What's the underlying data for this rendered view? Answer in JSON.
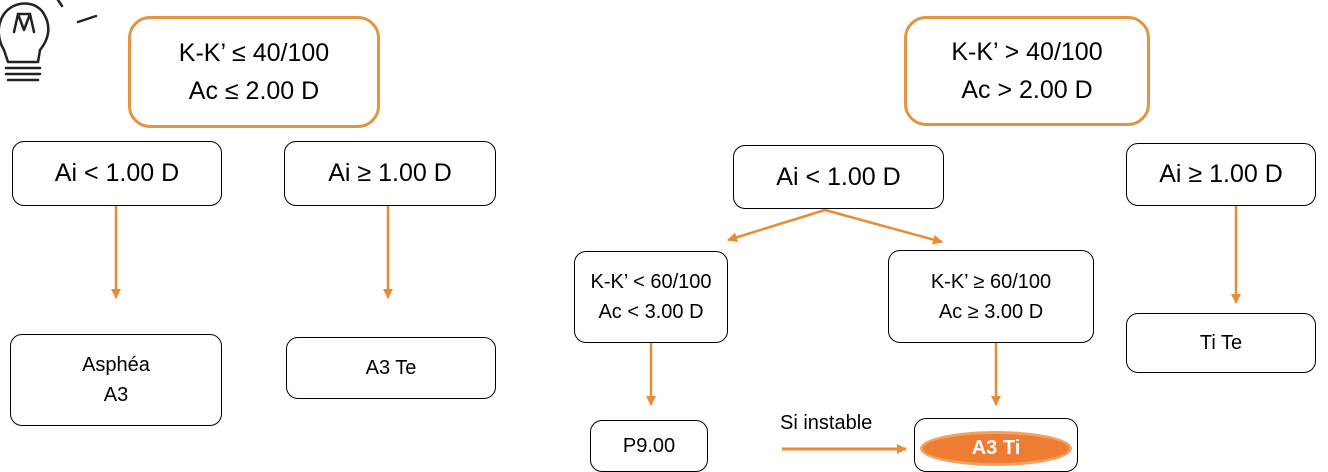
{
  "diagram": {
    "colors": {
      "arrow": "#e88d35",
      "orange_border": "#e2953e",
      "highlight_fill": "#ef7c33"
    },
    "icon": "lightbulb-icon",
    "left_tree": {
      "root": [
        "K-K’ ≤ 40/100",
        "Ac ≤ 2.00 D"
      ],
      "branch_low": "Ai < 1.00 D",
      "branch_high": "Ai ≥ 1.00 D",
      "result_low": [
        "Asphéa",
        "A3"
      ],
      "result_high": "A3 Te"
    },
    "right_tree": {
      "root": [
        "K-K’ > 40/100",
        "Ac > 2.00 D"
      ],
      "branch_low": "Ai < 1.00 D",
      "branch_high": "Ai ≥ 1.00 D",
      "sub_low": [
        "K-K’ < 60/100",
        "Ac < 3.00 D"
      ],
      "sub_high": [
        "K-K’ ≥ 60/100",
        "Ac ≥ 3.00 D"
      ],
      "result_sub_low": "P9.00",
      "result_sub_high": "A3 Ti",
      "result_high": "Ti Te",
      "unstable_label": "Si instable"
    }
  }
}
